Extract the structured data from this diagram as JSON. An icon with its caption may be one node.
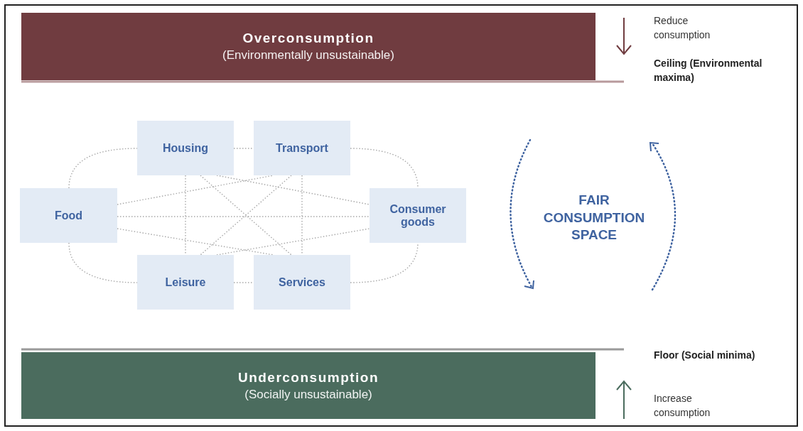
{
  "diagram": {
    "nodes": [
      {
        "text": [
          "Overconsumption",
          "(Environmentally unsustainable)"
        ]
      },
      {
        "text": [
          "Housing"
        ]
      },
      {
        "text": [
          "Transport"
        ]
      },
      {
        "text": [
          "Food"
        ]
      },
      {
        "text": [
          "Consumer goods"
        ]
      },
      {
        "text": [
          "Leisure"
        ]
      },
      {
        "text": [
          "Services"
        ]
      },
      {
        "text": [
          "Underconsumption",
          "(Socially unsustainable)"
        ]
      }
    ],
    "edges": [
      {
        "from": 3,
        "to": 1,
        "arrow": "none"
      },
      {
        "from": 1,
        "to": 2,
        "arrow": "none"
      },
      {
        "from": 2,
        "to": 4,
        "arrow": "none"
      },
      {
        "from": 3,
        "to": 5,
        "arrow": "none"
      },
      {
        "from": 5,
        "to": 6,
        "arrow": "none"
      },
      {
        "from": 6,
        "to": 4,
        "arrow": "none"
      },
      {
        "from": 3,
        "to": 4,
        "arrow": "none"
      },
      {
        "from": 3,
        "to": 2,
        "arrow": "none"
      },
      {
        "from": 3,
        "to": 6,
        "arrow": "none"
      },
      {
        "from": 1,
        "to": 4,
        "arrow": "none"
      },
      {
        "from": 5,
        "to": 4,
        "arrow": "none"
      },
      {
        "from": 1,
        "to": 5,
        "arrow": "none"
      },
      {
        "from": 2,
        "to": 6,
        "arrow": "none"
      },
      {
        "from": 1,
        "to": 6,
        "arrow": "none"
      },
      {
        "from": 2,
        "to": 5,
        "arrow": "none"
      }
    ],
    "labels": [
      "Reduce consumption",
      "Ceiling (Environmental maxima)",
      "FAIR CONSUMPTION SPACE",
      "Floor (Social minima)",
      "Increase consumption"
    ]
  }
}
